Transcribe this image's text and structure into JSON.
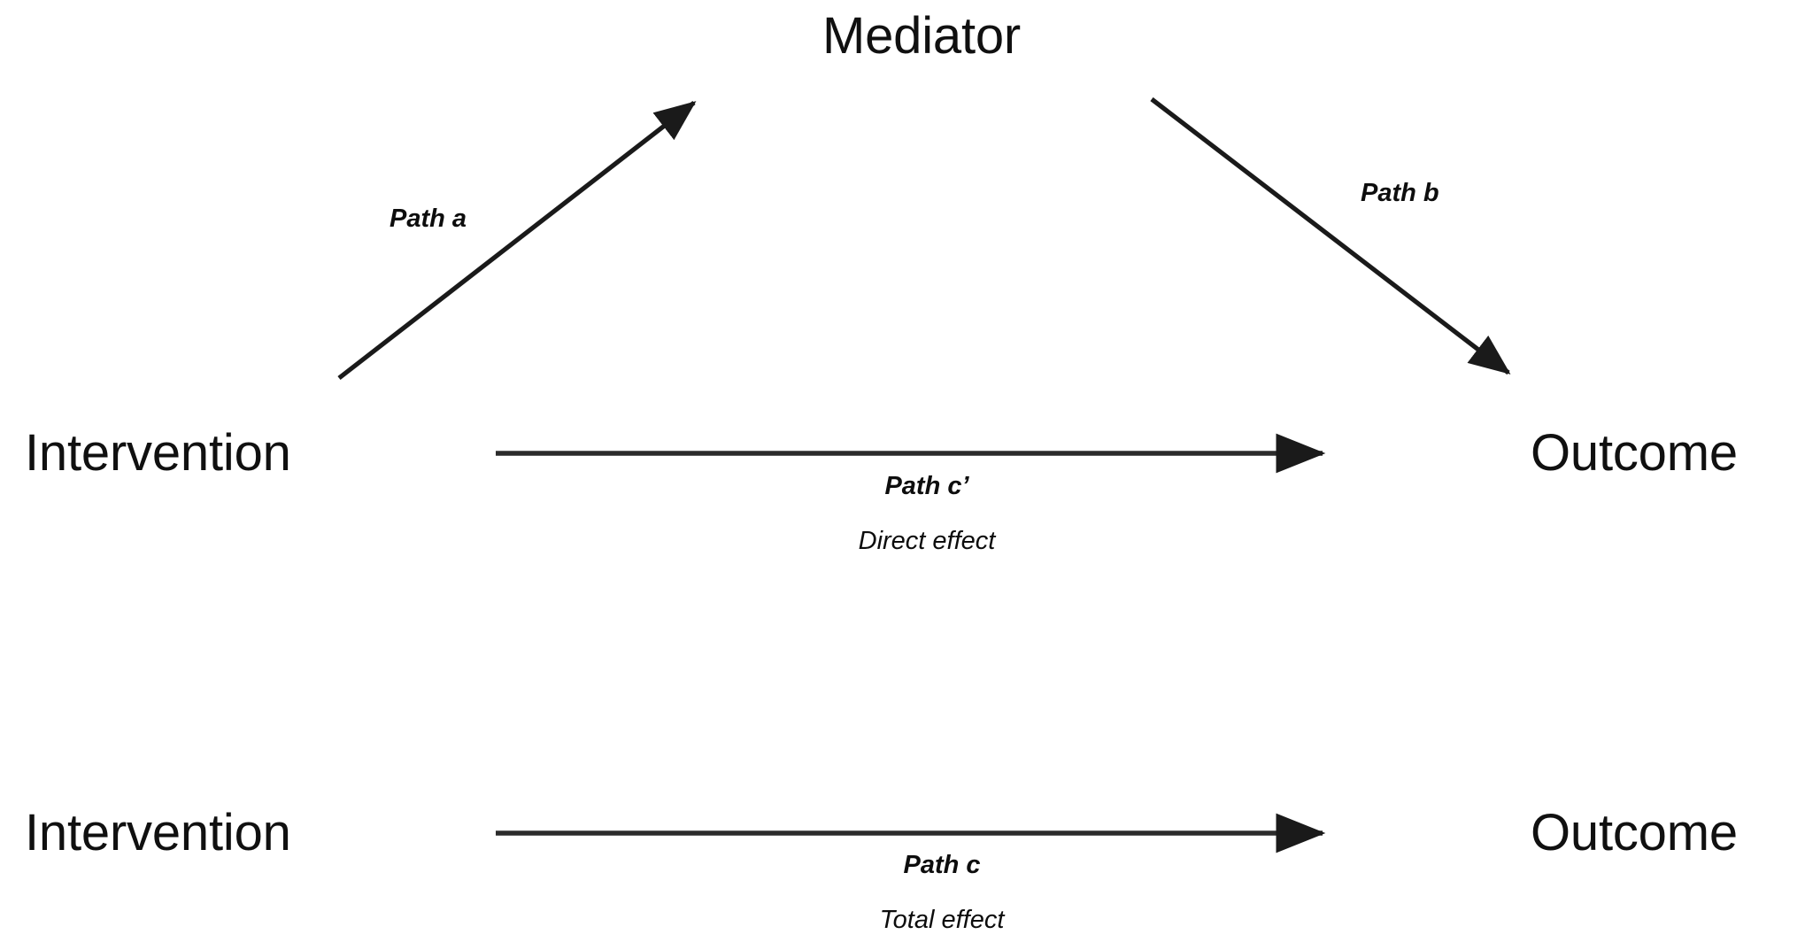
{
  "figure": {
    "type": "mediation-path-diagram",
    "background_color": "#ffffff",
    "stroke_color": "#1a1a1a"
  },
  "panels": [
    {
      "id": "indirect-model",
      "nodes": {
        "source": "Intervention",
        "mediator": "Mediator",
        "target": "Outcome"
      },
      "edges": [
        {
          "id": "path-a",
          "label": "Path a",
          "from": "Intervention",
          "to": "Mediator"
        },
        {
          "id": "path-b",
          "label": "Path b",
          "from": "Mediator",
          "to": "Outcome"
        },
        {
          "id": "path-c-prime",
          "label": "Path c’",
          "sublabel": "Direct effect",
          "from": "Intervention",
          "to": "Outcome"
        }
      ]
    },
    {
      "id": "total-effect-model",
      "nodes": {
        "source": "Intervention",
        "target": "Outcome"
      },
      "edges": [
        {
          "id": "path-c",
          "label": "Path c",
          "sublabel": "Total effect",
          "from": "Intervention",
          "to": "Outcome"
        }
      ]
    }
  ],
  "labels": {
    "mediator": "Mediator",
    "intervention_top": "Intervention",
    "outcome_top": "Outcome",
    "intervention_bottom": "Intervention",
    "outcome_bottom": "Outcome",
    "path_a": "Path a",
    "path_b": "Path b",
    "path_c_prime": "Path c’",
    "direct_effect": "Direct effect",
    "path_c": "Path c",
    "total_effect": "Total effect"
  }
}
